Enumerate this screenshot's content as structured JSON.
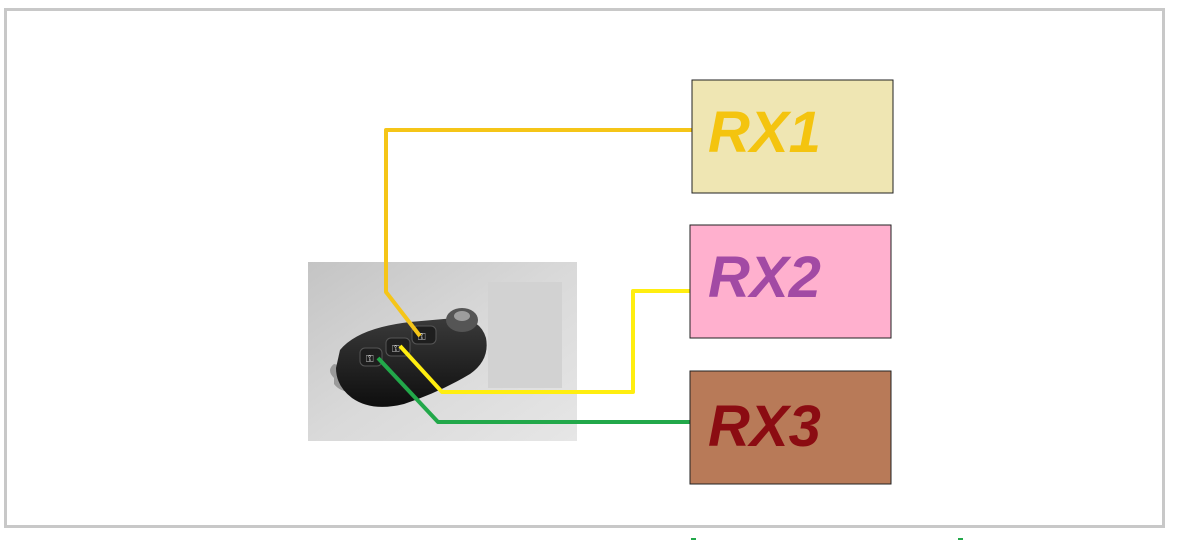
{
  "diagram": {
    "receivers": [
      {
        "label": "RX1",
        "fill": "#efe6b3",
        "text_color": "#f4c40f",
        "wire_color": "#f5c518"
      },
      {
        "label": "RX2",
        "fill": "#ffb0ce",
        "text_color": "#a24aa4",
        "wire_color": "#ffee10"
      },
      {
        "label": "RX3",
        "fill": "#b87a58",
        "text_color": "#8b0c12",
        "wire_color": "#22a84a"
      }
    ],
    "remote_image": {
      "subject": "car-key-remote-icon"
    }
  }
}
